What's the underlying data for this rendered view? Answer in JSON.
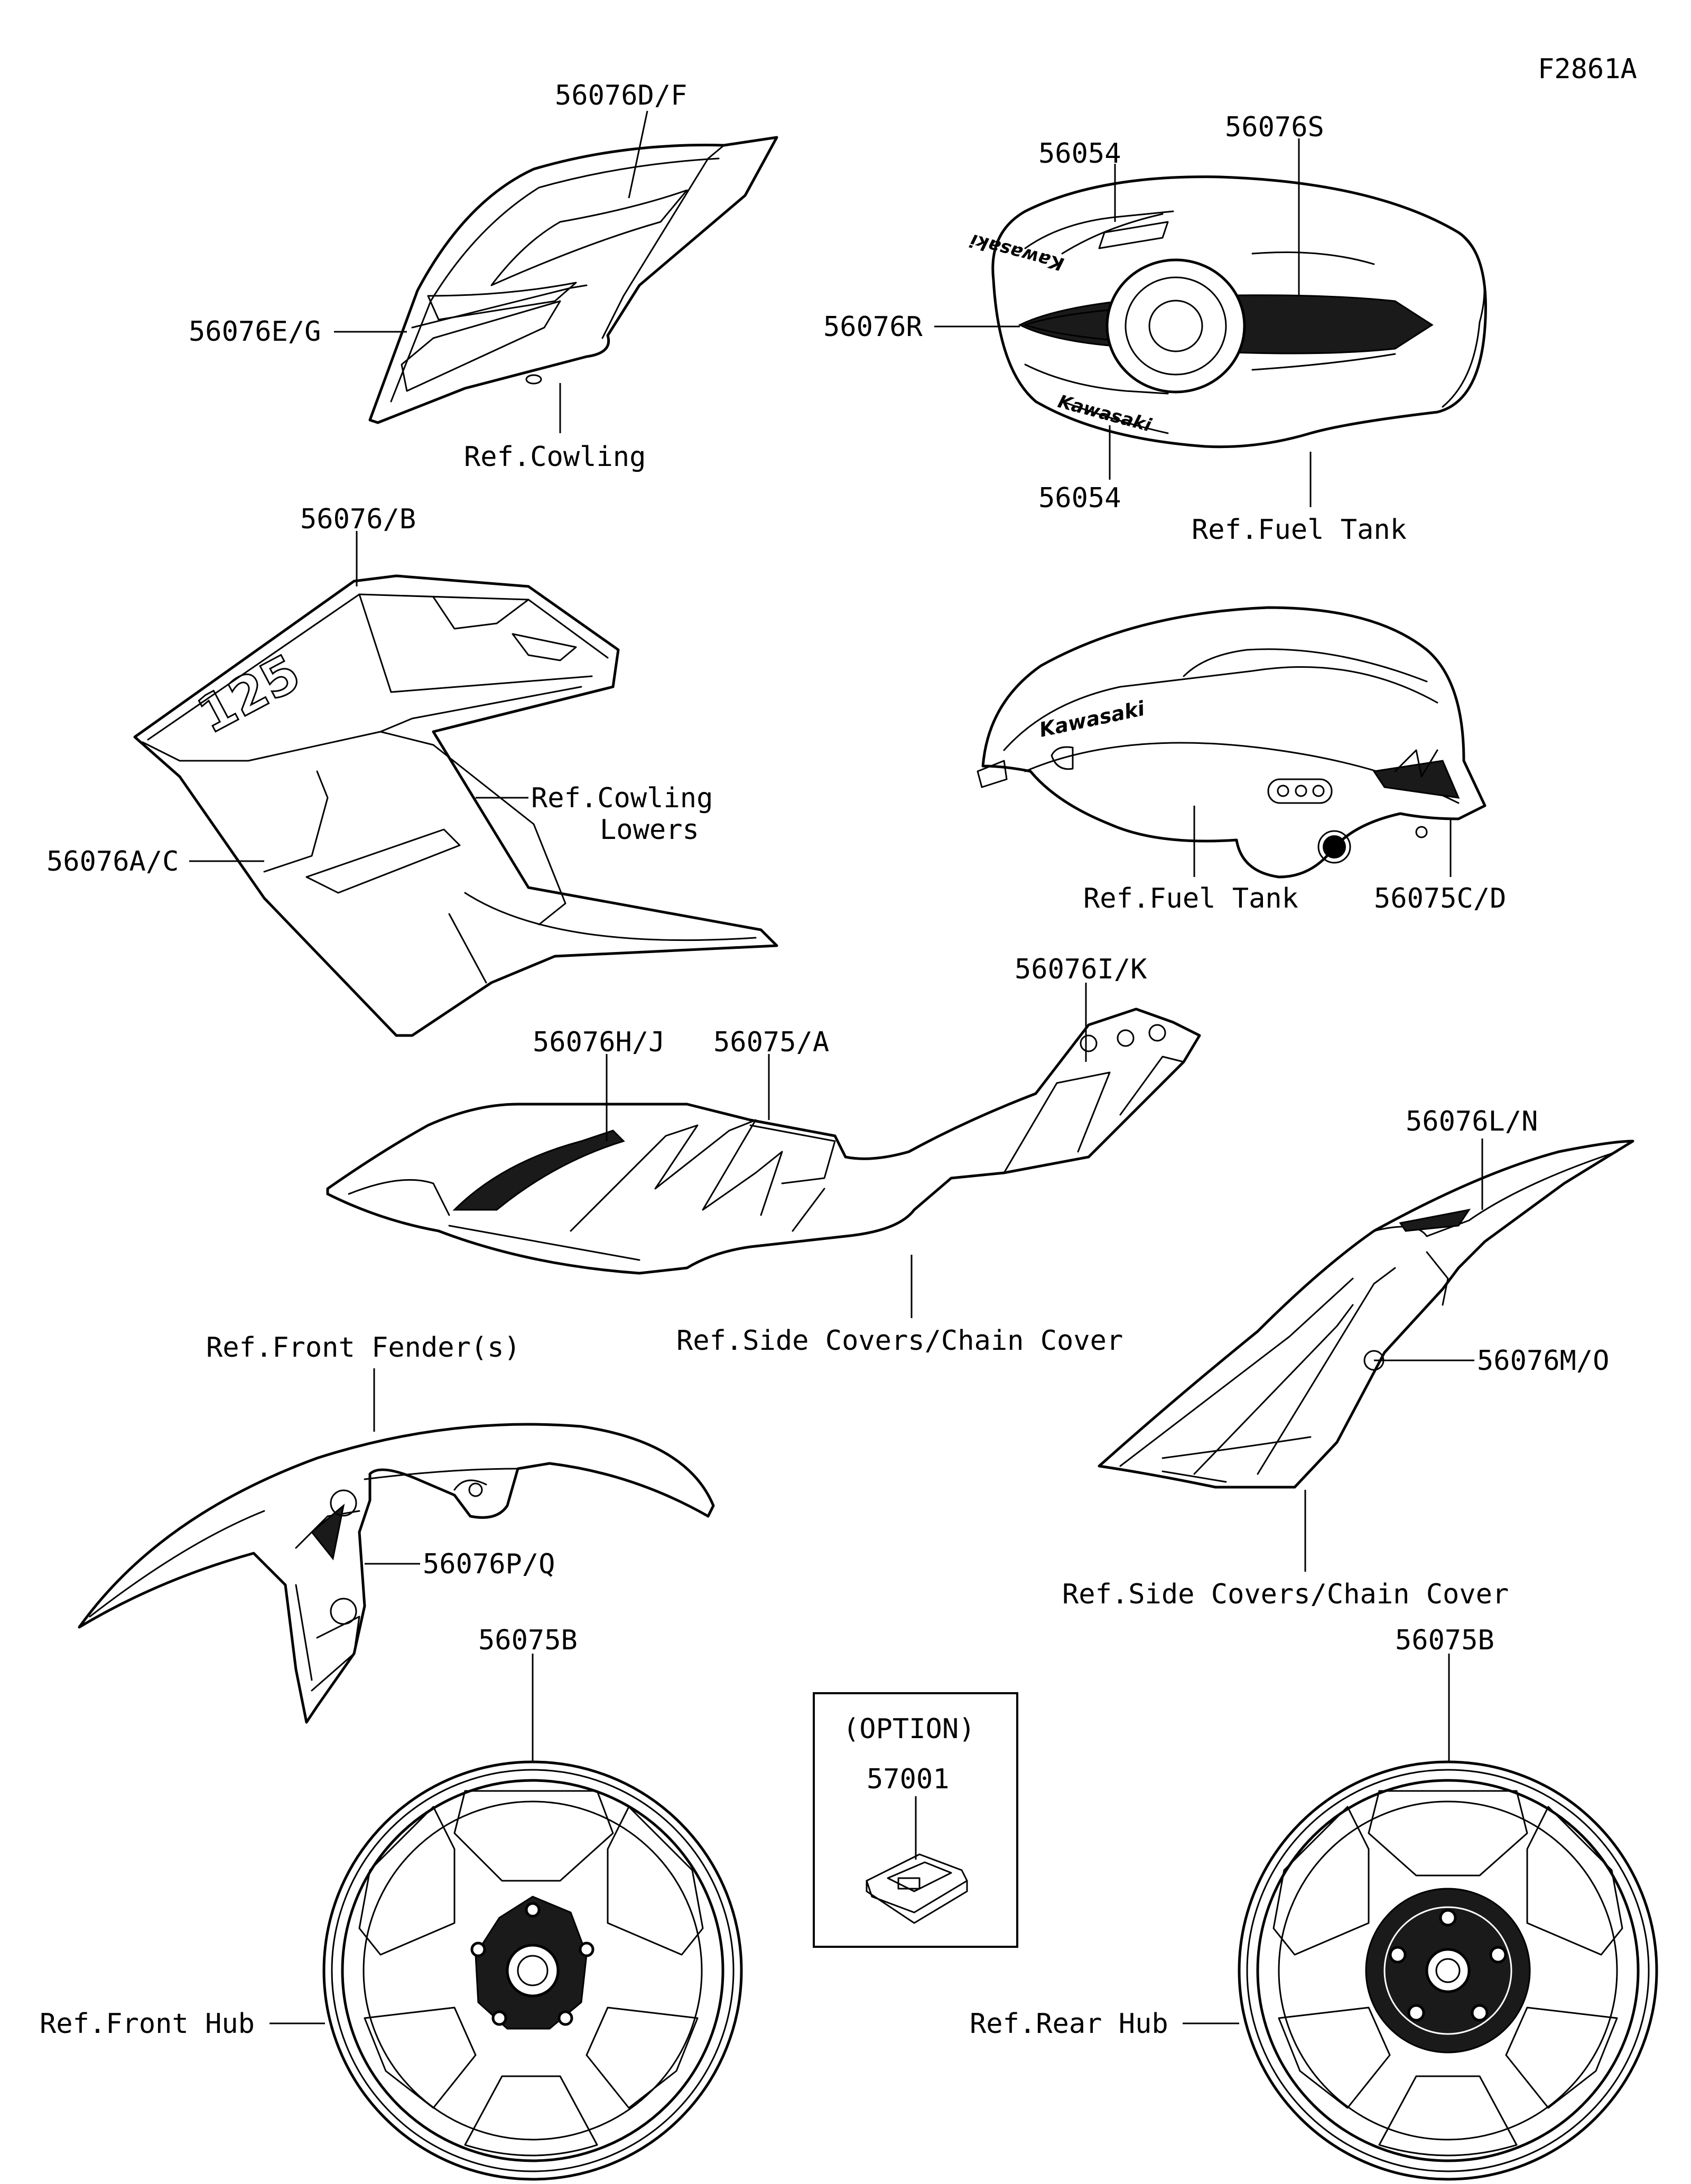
{
  "figure_code": "F2861A",
  "labels": {
    "p56076DF": "56076D/F",
    "p56076EG": "56076E/G",
    "ref_cowling": "Ref.Cowling",
    "p56054_top": "56054",
    "p56076S": "56076S",
    "p56076R": "56076R",
    "p56054_bottom": "56054",
    "ref_fuel_tank_top": "Ref.Fuel Tank",
    "p56076B": "56076/B",
    "ref_cowling_lowers_1": "Ref.Cowling",
    "ref_cowling_lowers_2": "Lowers",
    "p56076AC": "56076A/C",
    "ref_fuel_tank_side": "Ref.Fuel Tank",
    "p56075CD": "56075C/D",
    "p56076HJ": "56076H/J",
    "p56075A": "56075/A",
    "p56076IK": "56076I/K",
    "p56076LN": "56076L/N",
    "ref_side_covers_mid": "Ref.Side Covers/Chain Cover",
    "p56076MO": "56076M/O",
    "ref_front_fender": "Ref.Front Fender(s)",
    "p56076PQ": "56076P/Q",
    "ref_side_covers_right": "Ref.Side Covers/Chain Cover",
    "p56075B_left": "56075B",
    "p56075B_right": "56075B",
    "option": "(OPTION)",
    "p57001": "57001",
    "ref_front_hub": "Ref.Front Hub",
    "ref_rear_hub": "Ref.Rear Hub"
  },
  "decal_text": {
    "tank_top_logo_1": "Kawasaki",
    "tank_top_logo_2": "Kawasaki",
    "tank_side_logo": "Kawasaki",
    "cowl_model": "125"
  }
}
